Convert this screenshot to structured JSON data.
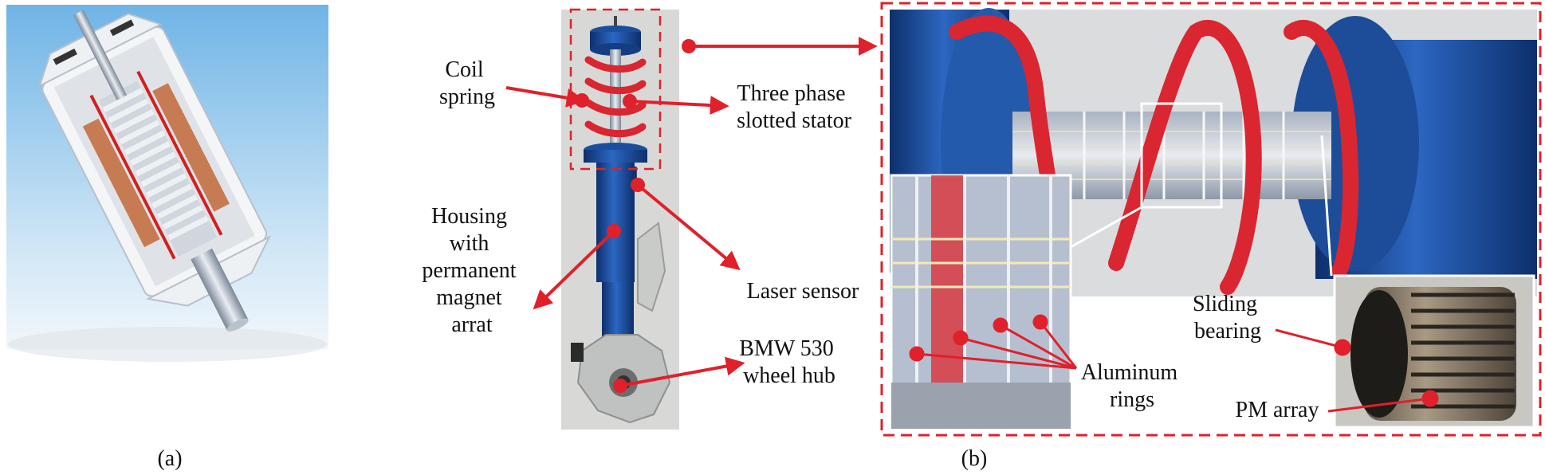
{
  "panel_a": {
    "caption": "(a)"
  },
  "panel_b": {
    "caption": "(b)"
  },
  "labels": {
    "coil_spring": [
      "Coil",
      "spring"
    ],
    "three_phase": [
      "Three phase",
      "slotted stator"
    ],
    "housing": [
      "Housing",
      "with",
      "permanent",
      "magnet",
      "arrat"
    ],
    "laser_sensor": "Laser sensor",
    "wheel_hub": [
      "BMW 530",
      "wheel hub"
    ],
    "sliding_bearing": [
      "Sliding",
      "bearing"
    ],
    "aluminum_rings": [
      "Aluminum",
      "rings"
    ],
    "pm_array": "PM array"
  },
  "colors": {
    "arrow_red": "#e0202a",
    "spring_red": "#d92630",
    "anodized_blue": "#1a4fa0",
    "sky_top": "#6fb4e6",
    "sky_bottom": "#eaf4fb",
    "copper": "#c77b52",
    "dashed_box": "#e0202a"
  }
}
